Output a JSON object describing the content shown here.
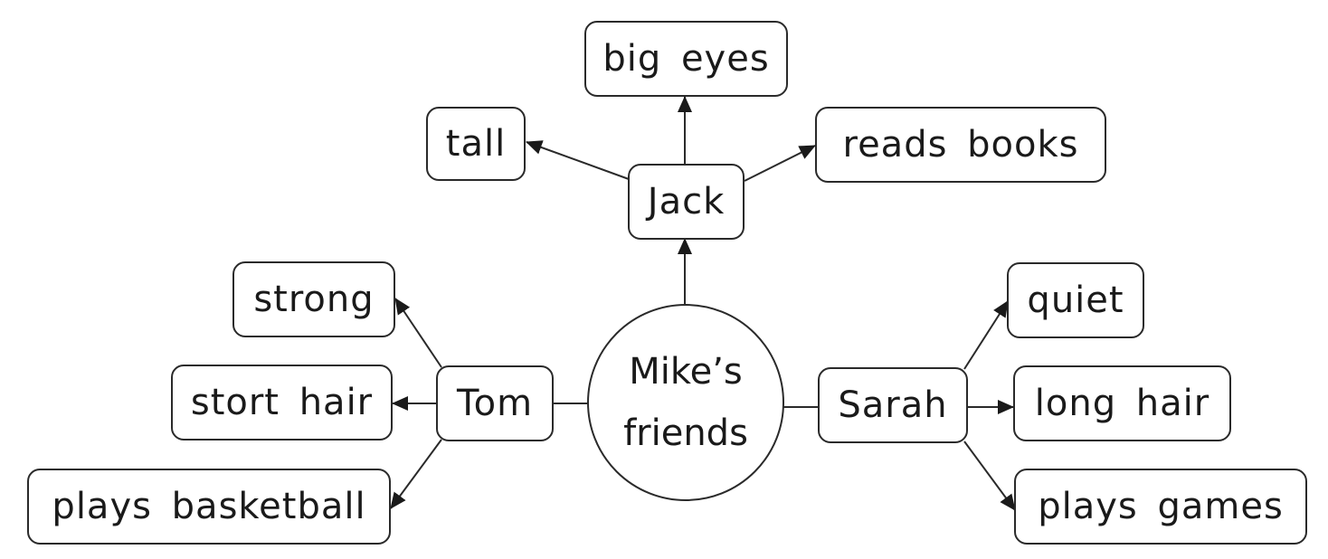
{
  "center": {
    "line1": "Mike’s",
    "line2": "friends"
  },
  "friends": {
    "jack": {
      "name": "Jack",
      "traits": [
        "tall",
        "big eyes",
        "reads books"
      ]
    },
    "tom": {
      "name": "Tom",
      "traits": [
        "strong",
        "stort hair",
        "plays basketball"
      ]
    },
    "sarah": {
      "name": "Sarah",
      "traits": [
        "quiet",
        "long hair",
        "plays games"
      ]
    }
  }
}
